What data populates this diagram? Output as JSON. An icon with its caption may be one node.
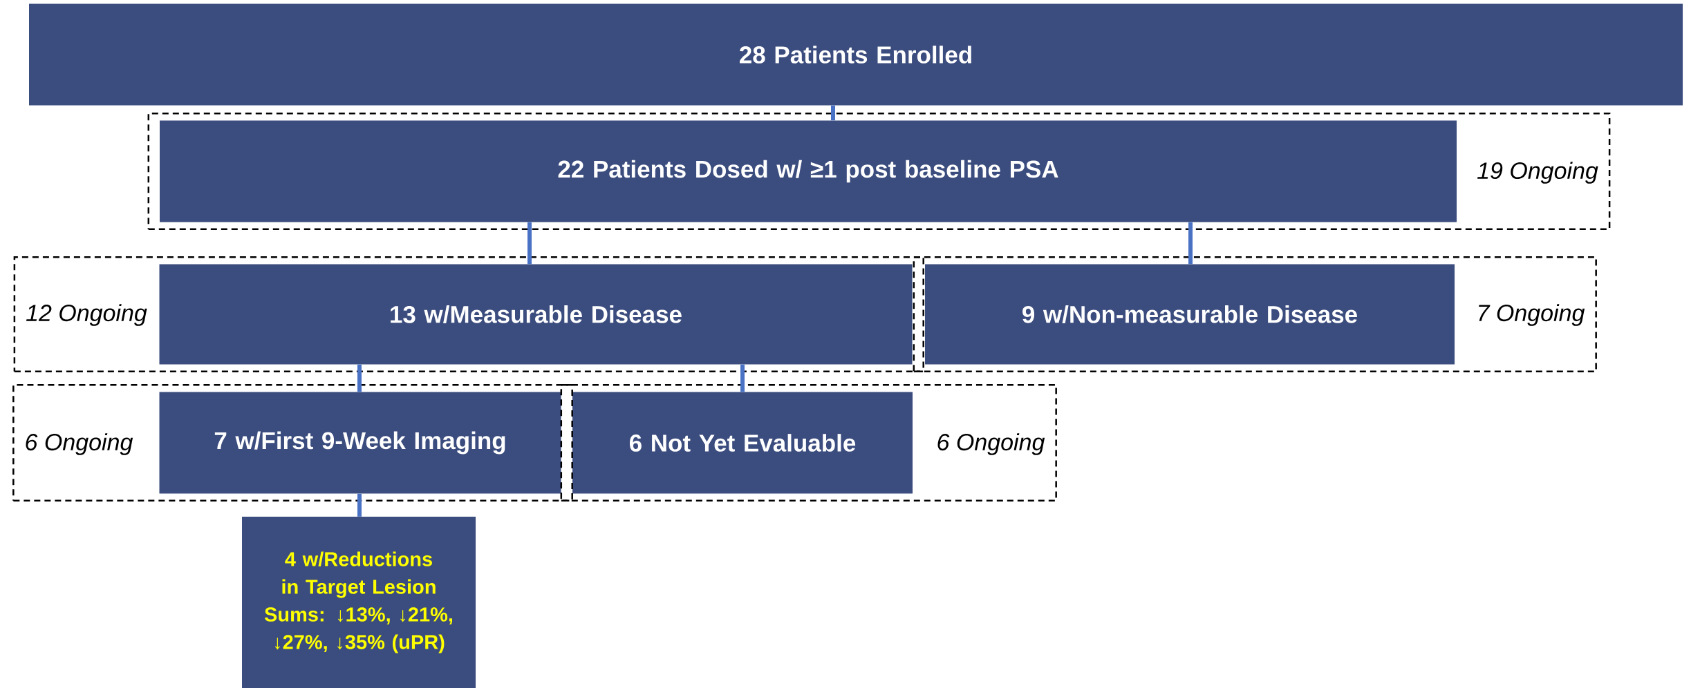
{
  "diagram": {
    "nodes": [
      {
        "text": [
          "28 Patients Enrolled"
        ]
      },
      {
        "text": [
          "19 Ongoing"
        ]
      },
      {
        "text": [
          "22 Patients Dosed w/ ≥1 post baseline PSA"
        ],
        "in": 1
      },
      {
        "text": [
          "12 Ongoing"
        ]
      },
      {
        "text": [
          "13 w/Measurable Disease"
        ],
        "in": 3
      },
      {
        "text": [
          "7 Ongoing"
        ]
      },
      {
        "text": [
          "9 w/Non-measurable Disease"
        ],
        "in": 5
      },
      {
        "text": [
          "6 Ongoing"
        ]
      },
      {
        "text": [
          "7 w/First 9-Week Imaging"
        ],
        "in": 7
      },
      {
        "text": [
          "6 Ongoing"
        ]
      },
      {
        "text": [
          "6 Not Yet Evaluable"
        ],
        "in": 9
      },
      {
        "text": [
          "4 w/Reductions in Target Lesion Sums: ↓13%, ↓21%, ↓27%, ↓35% (uPR)"
        ]
      }
    ],
    "edges": [
      {
        "from": 0,
        "to": 2,
        "arrow": "none"
      },
      {
        "from": 2,
        "to": 4,
        "arrow": "none"
      },
      {
        "from": 2,
        "to": 6,
        "arrow": "none"
      },
      {
        "from": 4,
        "to": 8,
        "arrow": "none"
      },
      {
        "from": 4,
        "to": 10,
        "arrow": "none"
      },
      {
        "from": 8,
        "to": 11,
        "arrow": "none"
      }
    ]
  }
}
